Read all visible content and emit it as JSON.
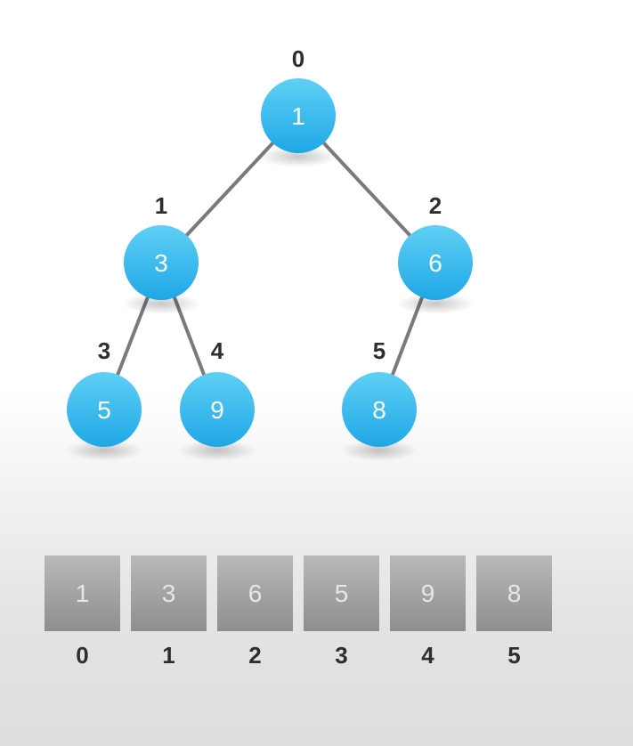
{
  "tree": {
    "nodes": [
      {
        "index": "0",
        "value": "1"
      },
      {
        "index": "1",
        "value": "3"
      },
      {
        "index": "2",
        "value": "6"
      },
      {
        "index": "3",
        "value": "5"
      },
      {
        "index": "4",
        "value": "9"
      },
      {
        "index": "5",
        "value": "8"
      }
    ],
    "edges": [
      [
        0,
        1
      ],
      [
        0,
        2
      ],
      [
        1,
        3
      ],
      [
        1,
        4
      ],
      [
        2,
        5
      ]
    ],
    "colors": {
      "node_fill_top": "#5fd0f5",
      "node_fill_bottom": "#1fa7e6",
      "edge": "#7a7a7a",
      "value_text": "#ffffff",
      "index_text": "#2e2e2e"
    }
  },
  "array": {
    "cells": [
      {
        "index": "0",
        "value": "1"
      },
      {
        "index": "1",
        "value": "3"
      },
      {
        "index": "2",
        "value": "6"
      },
      {
        "index": "3",
        "value": "5"
      },
      {
        "index": "4",
        "value": "9"
      },
      {
        "index": "5",
        "value": "8"
      }
    ],
    "colors": {
      "cell_top": "#b9b9b9",
      "cell_bottom": "#8e8e8e",
      "cell_text": "#e6e6e6"
    }
  }
}
